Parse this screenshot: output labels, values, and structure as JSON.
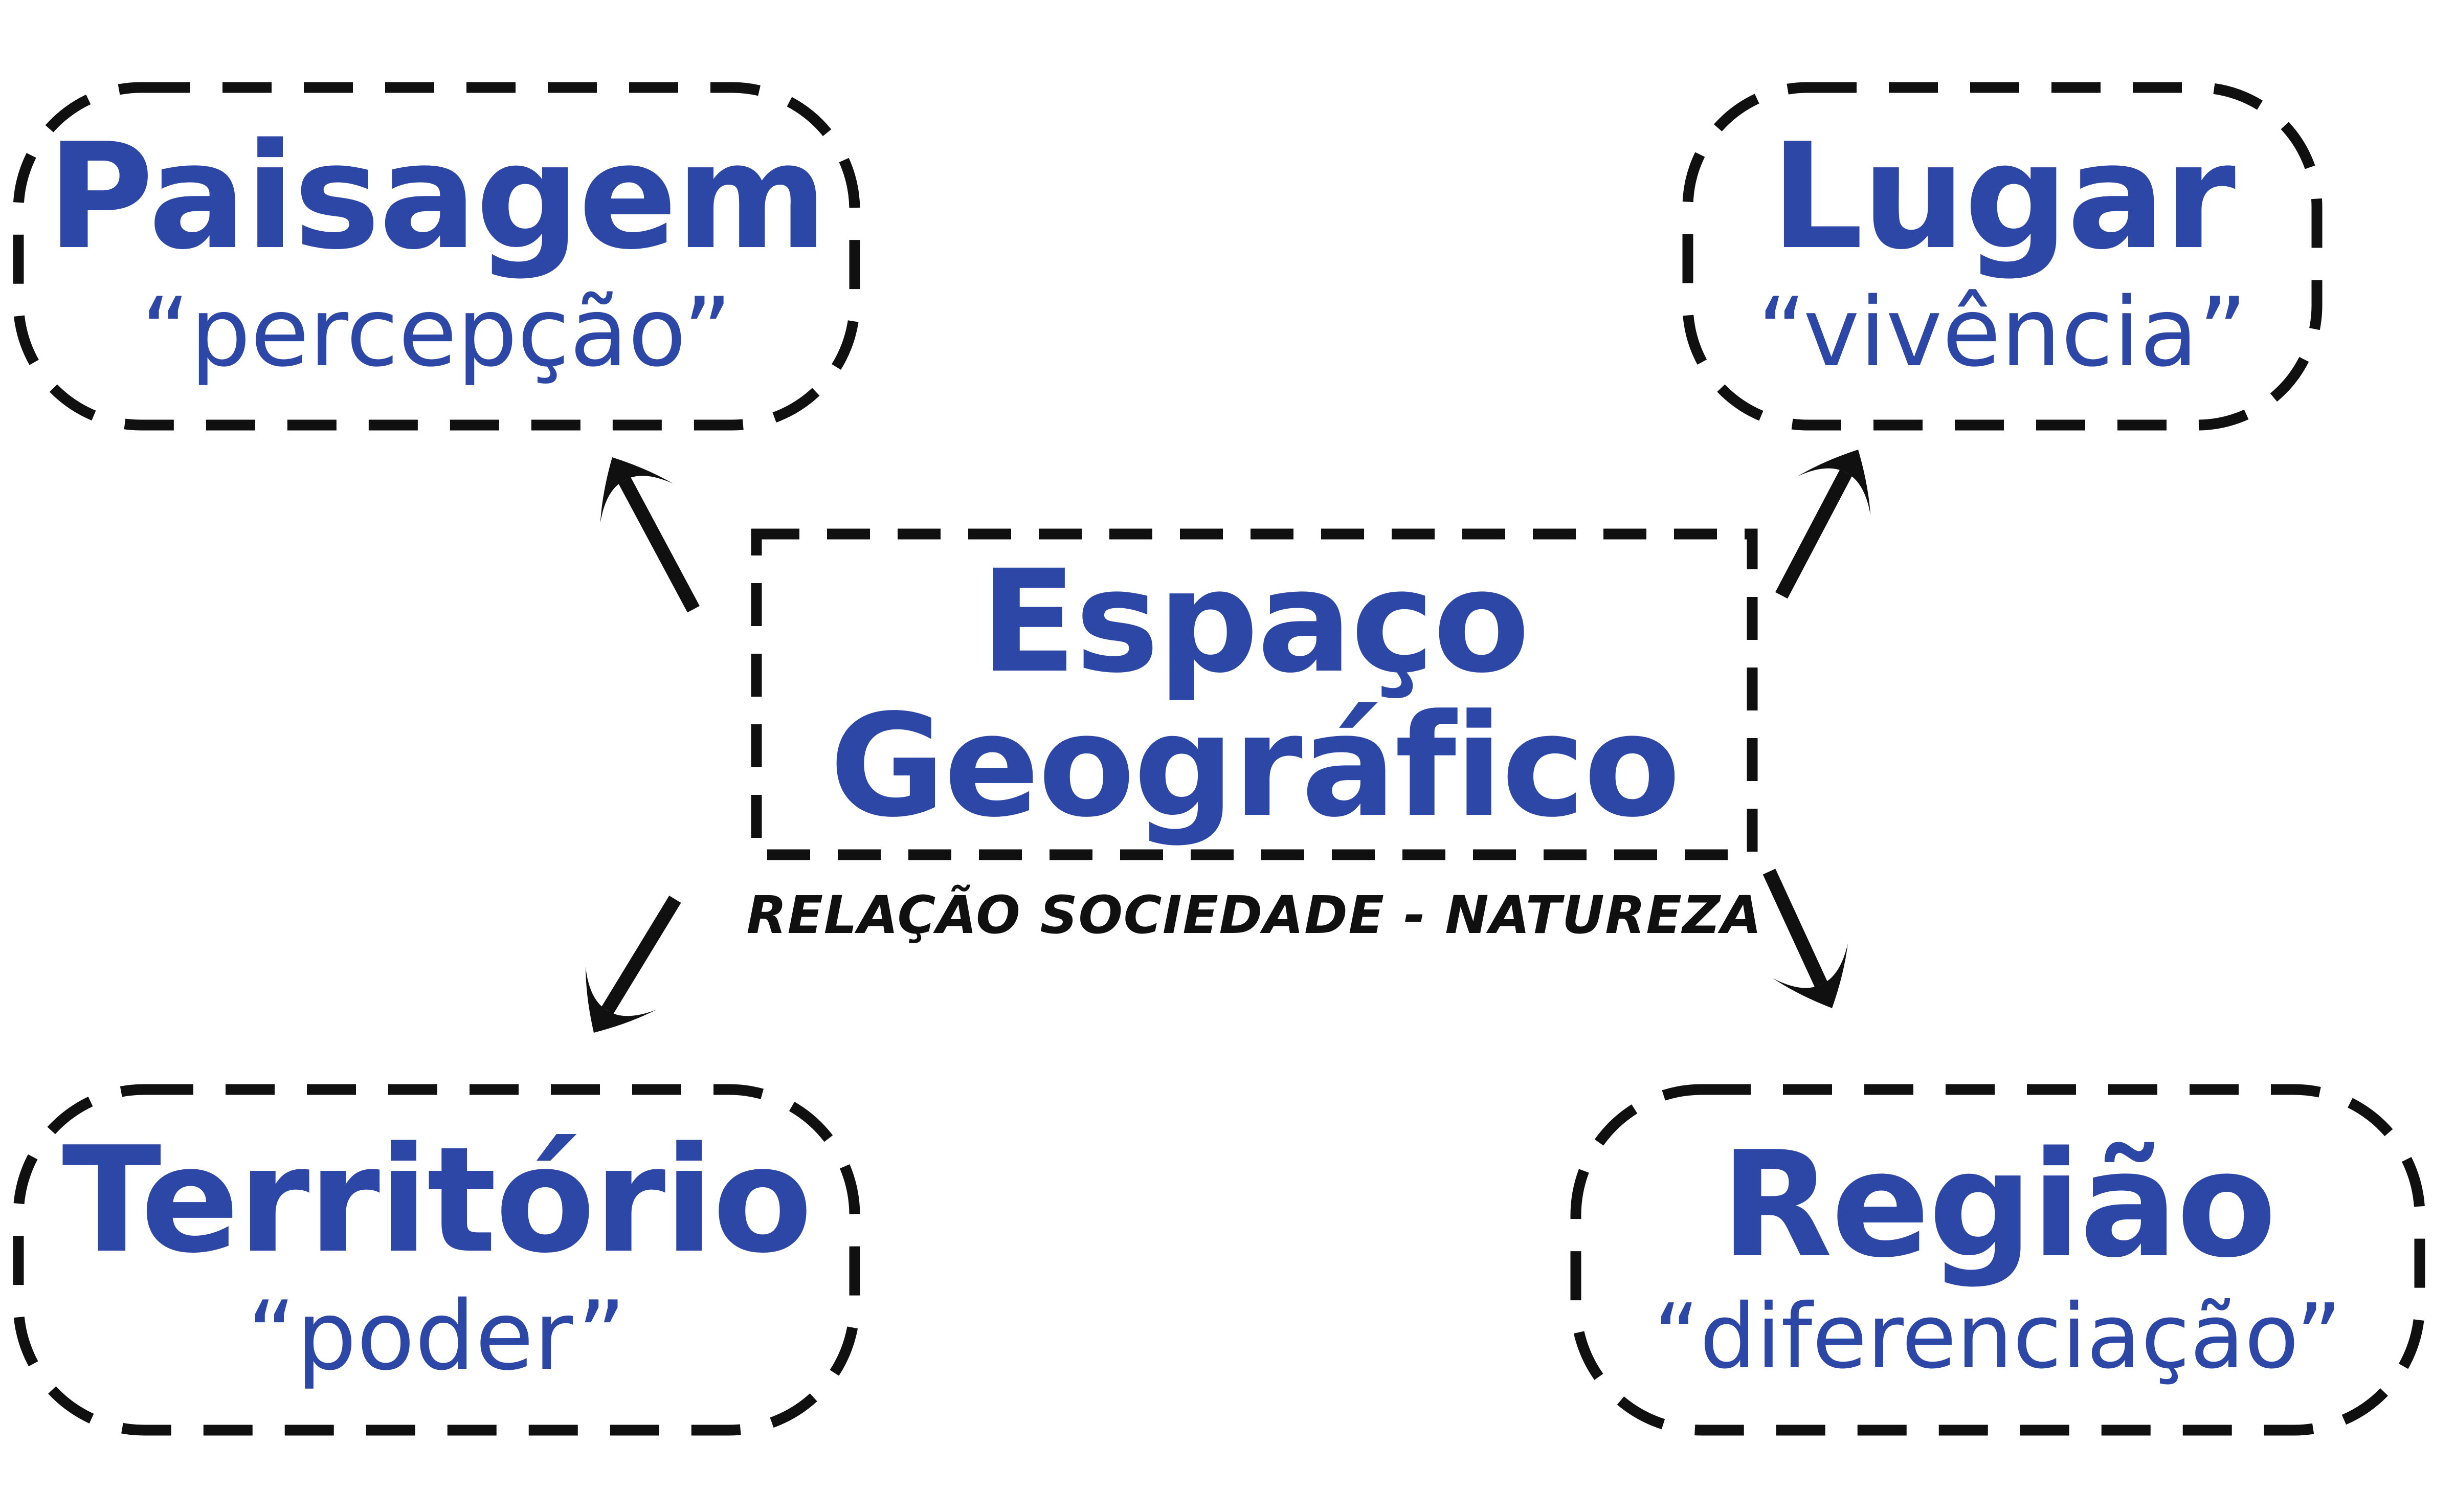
{
  "diagram": {
    "background": "#ffffff",
    "colors": {
      "text_blue": "#2c47a6",
      "line_black": "#101010"
    },
    "center": {
      "title_lines": [
        "Espaço",
        "Geográfico"
      ],
      "subtitle": "RELAÇÃO SOCIEDADE - NATUREZA"
    },
    "nodes": [
      {
        "id": "paisagem",
        "title": "Paisagem",
        "quote": "“percepção”"
      },
      {
        "id": "lugar",
        "title": "Lugar",
        "quote": "“vivência”"
      },
      {
        "id": "territorio",
        "title": "Território",
        "quote": "“poder”"
      },
      {
        "id": "regiao",
        "title": "Região",
        "quote": "“diferenciação”"
      }
    ]
  }
}
